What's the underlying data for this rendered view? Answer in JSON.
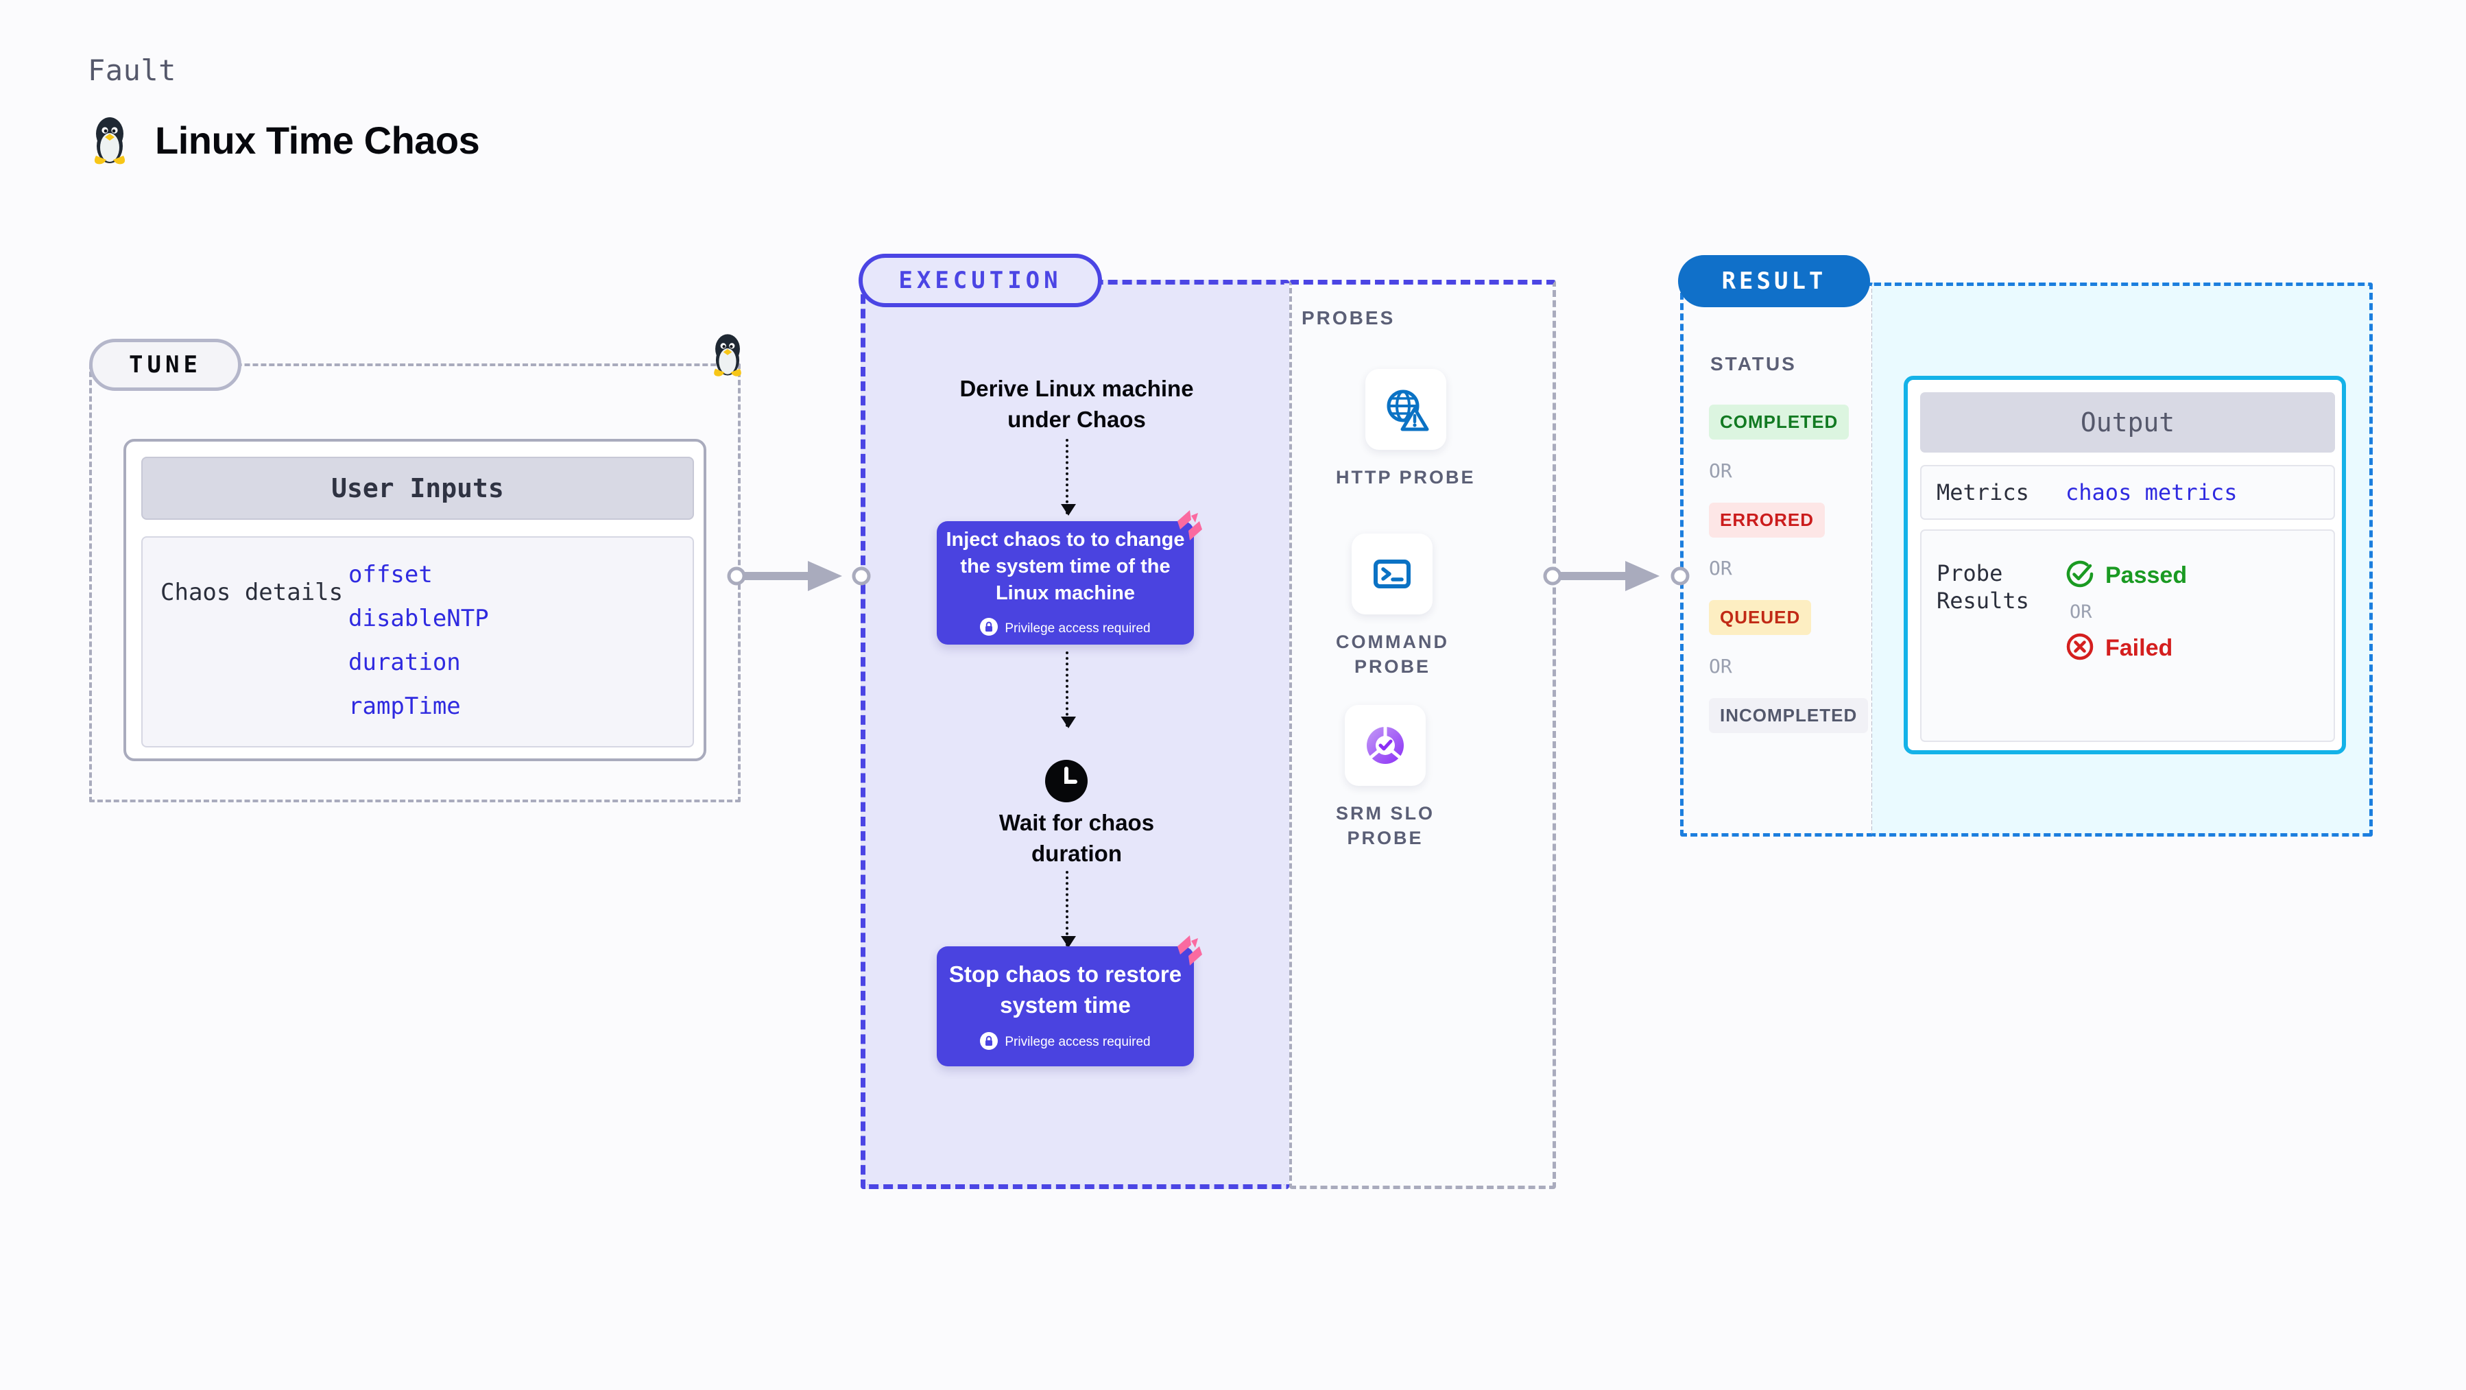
{
  "header": {
    "eyebrow": "Fault",
    "title": "Linux Time Chaos",
    "icon": "tux-penguin-icon"
  },
  "tune": {
    "pill_label": "TUNE",
    "card_header": "User Inputs",
    "details_label": "Chaos details",
    "params": [
      "offset",
      "disableNTP",
      "duration",
      "rampTime"
    ],
    "edge_icon": "tux-penguin-icon"
  },
  "execution": {
    "pill_label": "EXECUTION",
    "step_title": "Derive Linux machine\nunder Chaos",
    "boxes": [
      {
        "text": "Inject chaos to to change the system time of the Linux machine",
        "privilege_note": "Privilege access required",
        "badge_icon": "harness-logo-badge-icon",
        "lock_icon": "lock-icon"
      },
      {
        "text": "Stop chaos to restore system time",
        "privilege_note": "Privilege access required",
        "badge_icon": "harness-logo-badge-icon",
        "lock_icon": "lock-icon"
      }
    ],
    "wait": {
      "icon": "clock-icon",
      "label": "Wait for chaos\nduration"
    }
  },
  "probes": {
    "title": "PROBES",
    "items": [
      {
        "label": "HTTP  PROBE",
        "icon": "globe-warning-icon"
      },
      {
        "label": "COMMAND\nPROBE",
        "icon": "terminal-icon"
      },
      {
        "label": "SRM  SLO\nPROBE",
        "icon": "slo-donut-check-icon"
      }
    ]
  },
  "result": {
    "pill_label": "RESULT",
    "status_title": "STATUS",
    "or_label": "OR",
    "statuses": [
      {
        "label": "COMPLETED",
        "color": "#127a22",
        "bg": "#dcf5e0"
      },
      {
        "label": "ERRORED",
        "color": "#cb1c1c",
        "bg": "#fde6e6"
      },
      {
        "label": "QUEUED",
        "color": "#c12a16",
        "bg": "#fdeec2"
      },
      {
        "label": "INCOMPLETED",
        "color": "#53586c",
        "bg": "#f1f1f6"
      }
    ]
  },
  "output": {
    "header": "Output",
    "metrics_key": "Metrics",
    "metrics_value": "chaos metrics",
    "probe_results_key": "Probe\nResults",
    "passed_label": "Passed",
    "failed_label": "Failed",
    "or_label": "OR",
    "passed_icon": "check-circle-icon",
    "failed_icon": "x-circle-icon"
  },
  "colors": {
    "accent_purple": "#4a43e0",
    "accent_blue": "#1070c9",
    "accent_cyan": "#14b2e8",
    "param_blue": "#2f2ae0",
    "pink_badge": "#fa6aa0"
  }
}
